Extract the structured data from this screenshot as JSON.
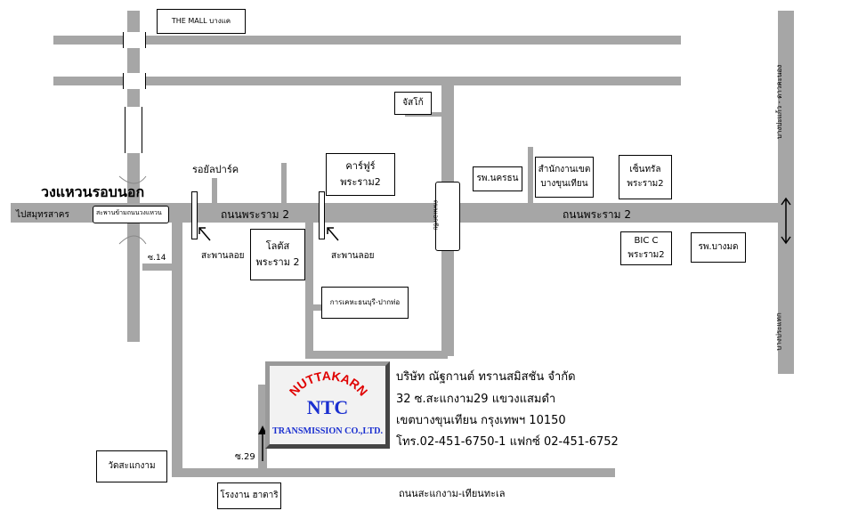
{
  "roads": {
    "rama2_west": "ถนนพระราม 2",
    "rama2_east": "ถนนพระราม 2",
    "to_samut_sakhon": "ไปสมุทรสาคร",
    "ring_road": "วงแหวนรอบนอก",
    "ring_bridge": "สะพานข้ามถนนวงแหวน",
    "soi14": "ซ.14",
    "soi29": "ซ.29",
    "bridge_left": "สะพานลอย",
    "bridge_right": "สะพานลอย",
    "sakaengam_road": "ถนนสะแกงาม-เทียนทะเล",
    "east_north": "บางปะแก้ว - ดาวคะนอง",
    "east_south": "บางประแทก",
    "middle_vertical": "ถนนเอกชัย"
  },
  "landmarks": {
    "the_mall": "THE MALL บางแค",
    "jusco": "จัสโก้",
    "royal_park": "รอยัลปาร์ค",
    "carrefour": [
      "คาร์ฟูร์",
      "พระราม2"
    ],
    "lotus": [
      "โลตัส",
      "พระราม 2"
    ],
    "hospital_nakhon": "รพ.นครธน",
    "district_office": [
      "สำนักงานเขต",
      "บางขุนเทียน"
    ],
    "central": [
      "เซ็นทรัล",
      "พระราม2"
    ],
    "big_c": [
      "BIC C",
      "พระราม2"
    ],
    "hospital_bangmod": "รพ.บางมด",
    "power_authority": "การเคหะธนบุรี-ปากท่อ",
    "wat_sakaengam": "วัดสะแกงาม",
    "factory": "โรงงาน ฮาตาริ"
  },
  "logo": {
    "top_text": "NUTTAKARN",
    "center_text": "NTC",
    "bottom_text": "TRANSMISSION CO.,LTD."
  },
  "company": {
    "name": "บริษัท ณัฐกานต์ ทรานสมิสชัน จำกัด",
    "address1": "32 ซ.สะแกงาม29 แขวงแสมดำ",
    "address2": "เขตบางขุนเทียน กรุงเทพฯ  10150",
    "phone": "โทร.02-451-6750-1 แฟกซ์ 02-451-6752"
  }
}
